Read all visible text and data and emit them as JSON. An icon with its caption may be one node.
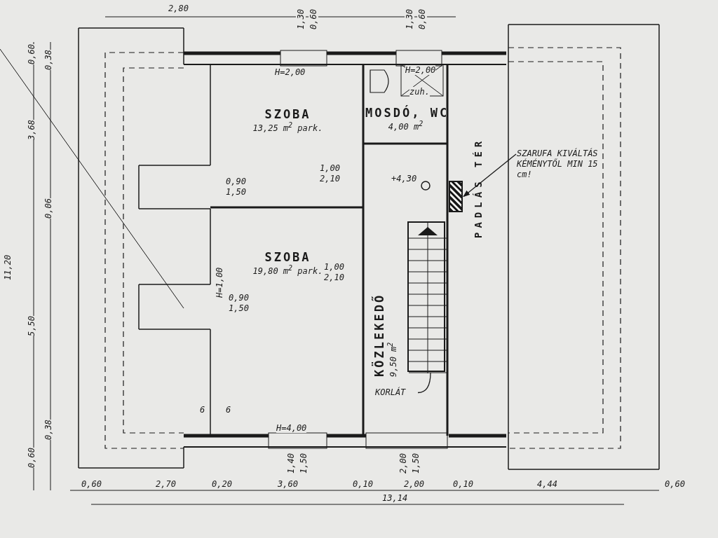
{
  "diagram": {
    "nodes": [
      {
        "text": [
          "SZOBA",
          "13,25 m$^{2}$ park."
        ]
      },
      {
        "text": [
          "MOSDÓ, WC",
          "4,00 m$^{2}$"
        ]
      },
      {
        "text": [
          "SZOBA",
          "19,80 m$^{2}$ park."
        ]
      },
      {
        "text": [
          "KÖZLEKEDŐ",
          "9,50 m$^{2}$"
        ]
      },
      {
        "text": [
          "PADLÁS TÉR"
        ]
      },
      {
        "text": [],
        "shape": "box",
        "in": 3
      },
      {
        "text": [],
        "shape": "box"
      },
      {
        "text": [
          "SZARUFA KIVÁLTÁS KÉMÉNYTŐL MIN 15 cm!"
        ],
        "in": 4
      },
      {
        "text": [
          "KORLÁT"
        ],
        "in": 3
      }
    ],
    "edges": [
      {
        "from": 7,
        "to": 6,
        "arrow": "to"
      },
      {
        "from": 8,
        "to": 5,
        "arrow": "none"
      }
    ],
    "labels": [
      "2,80",
      "1,30",
      "0,60",
      "H=2,00",
      "1,30",
      "0,60",
      "H=2,00",
      "zuh.",
      "0,60",
      "0,38",
      "3,68",
      "0,06",
      "11,20",
      "5,50",
      "0,38",
      "0,60",
      "0,90",
      "1,50",
      "1,00",
      "2,10",
      "+4,30",
      "1,00",
      "2,10",
      "H=1,00",
      "0,90",
      "1,50",
      "6",
      "6",
      "H=4,00",
      "1,40",
      "1,50",
      "2,00",
      "1,50",
      "0,60",
      "2,70",
      "0,20",
      "3,60",
      "0,10",
      "2,00",
      "0,10",
      "4,44",
      "0,60",
      "13,14"
    ]
  }
}
